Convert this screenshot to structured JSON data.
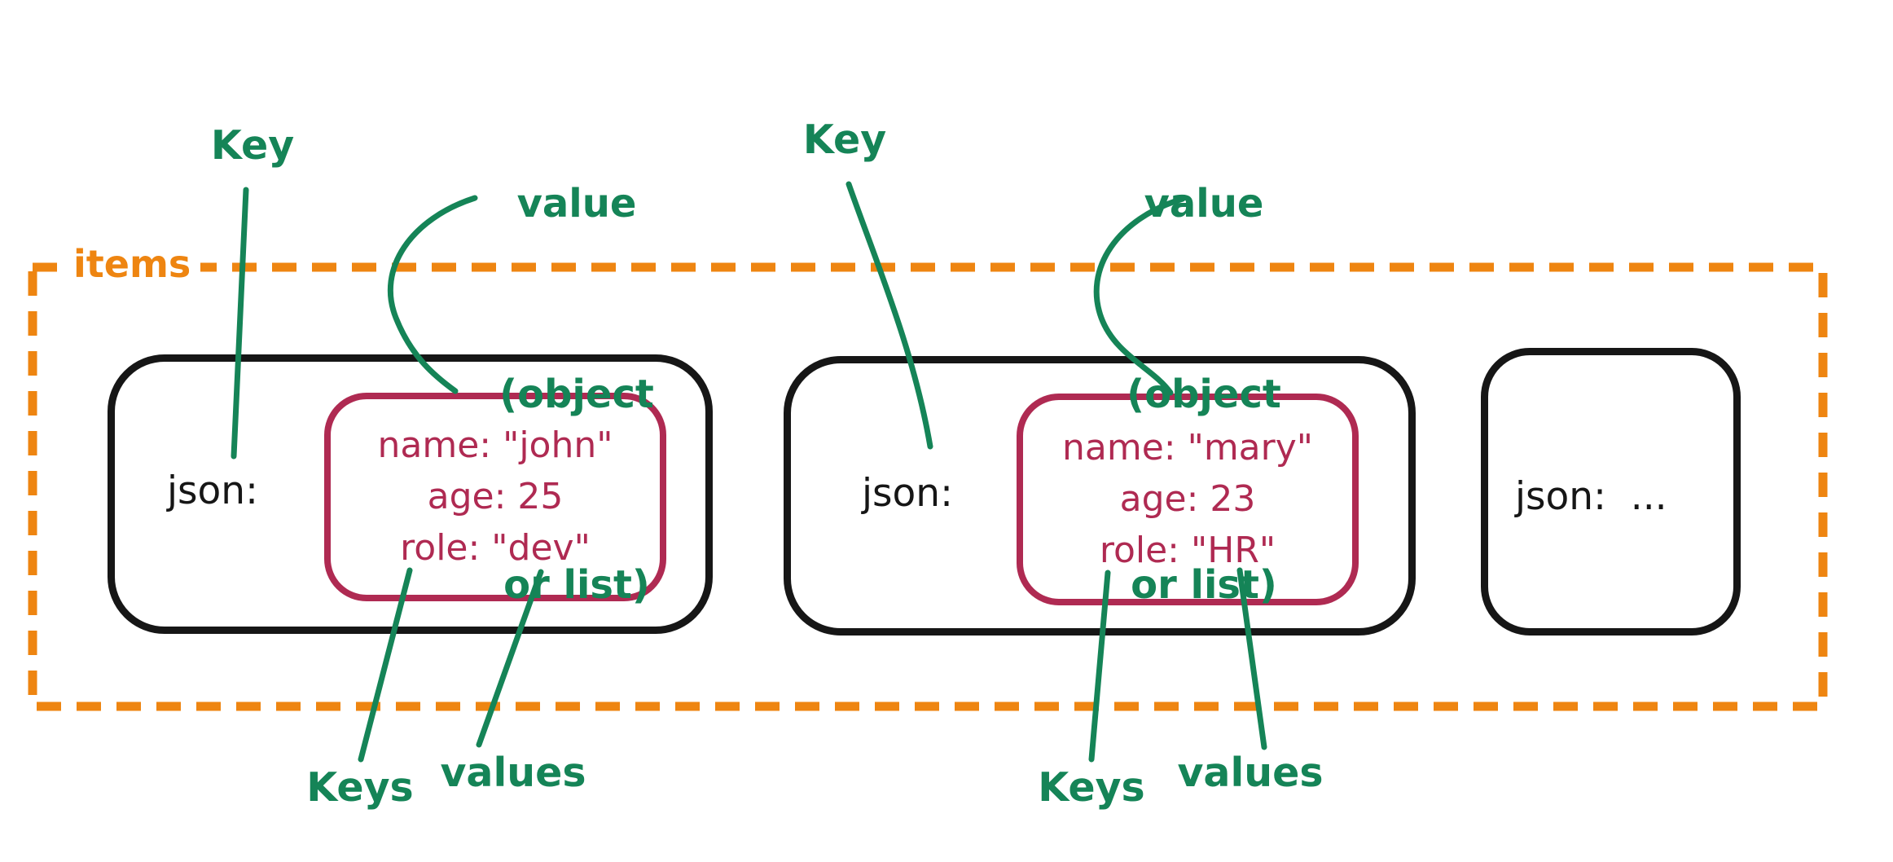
{
  "colors": {
    "orange": "#EE8511",
    "green": "#158457",
    "red": "#AF2A52",
    "black": "#161616"
  },
  "labels": {
    "items": "items",
    "key_left": "Key",
    "key_right": "Key",
    "value_left": {
      "l1": "value",
      "l2": "(object",
      "l3": "or list)"
    },
    "value_right": {
      "l1": "value",
      "l2": "(object",
      "l3": "or list)"
    },
    "keys_left": "Keys",
    "values_left": "values",
    "keys_right": "Keys",
    "values_right": "values"
  },
  "records": {
    "r1": {
      "key": "json:",
      "f1": "name: \"john\"",
      "f2": "age: 25",
      "f3": "role: \"dev\""
    },
    "r2": {
      "key": "json:",
      "f1": "name: \"mary\"",
      "f2": "age: 23",
      "f3": "role: \"HR\""
    },
    "r3": {
      "key": "json:  ..."
    }
  }
}
